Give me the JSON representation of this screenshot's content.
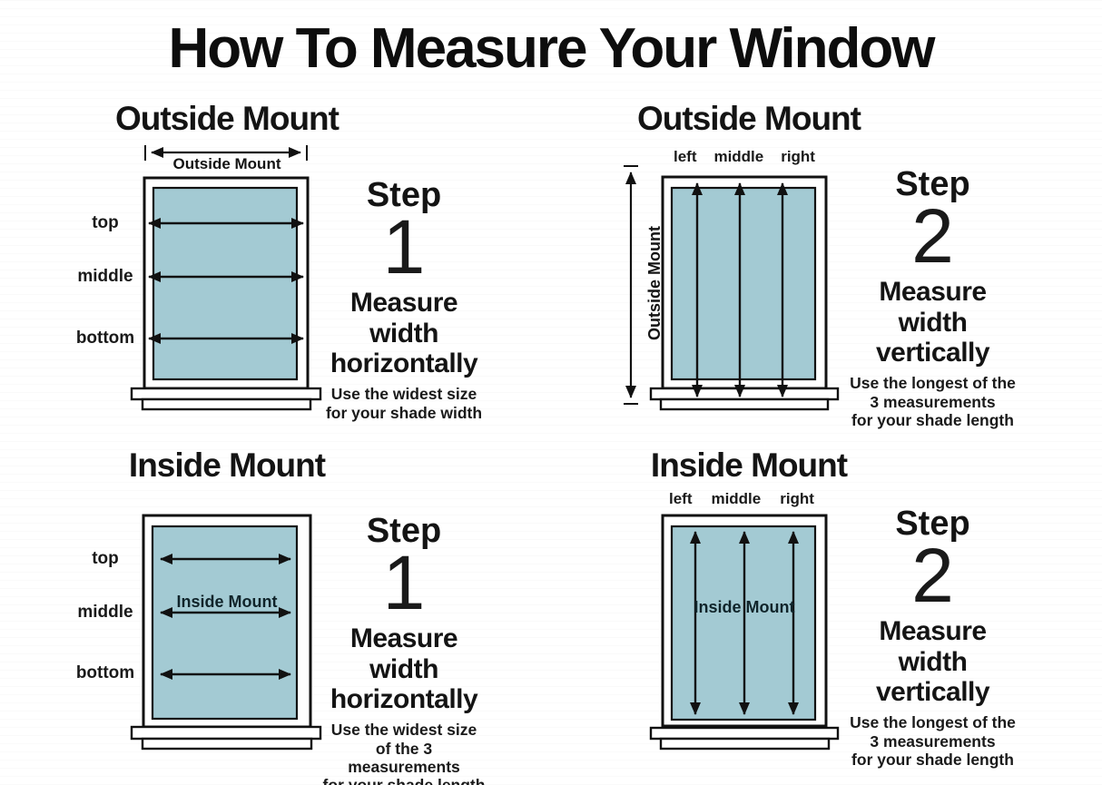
{
  "title": "How To Measure Your Window",
  "colors": {
    "pane": "#a3cad3",
    "ink": "#111111",
    "background": "#ffffff"
  },
  "quadrants": {
    "tl": {
      "heading": "Outside Mount",
      "measure_label": "Outside Mount",
      "row_labels": {
        "top": "top",
        "middle": "middle",
        "bottom": "bottom"
      },
      "step": {
        "word": "Step",
        "number": "1",
        "line1": "Measure width",
        "line2": "horizontally",
        "note1": "Use the widest size",
        "note2": "for your shade width"
      }
    },
    "tr": {
      "heading": "Outside Mount",
      "measure_label": "Outside Mount",
      "col_labels": {
        "left": "left",
        "middle": "middle",
        "right": "right"
      },
      "step": {
        "word": "Step",
        "number": "2",
        "line1": "Measure width",
        "line2": "vertically",
        "note1": "Use the longest of the",
        "note2": "3 measurements",
        "note3": "for your shade length"
      }
    },
    "bl": {
      "heading": "Inside Mount",
      "pane_label": "Inside Mount",
      "row_labels": {
        "top": "top",
        "middle": "middle",
        "bottom": "bottom"
      },
      "step": {
        "word": "Step",
        "number": "1",
        "line1": "Measure width",
        "line2": "horizontally",
        "note1": "Use the widest size",
        "note2": "of the 3 measurements",
        "note3": "for your shade length"
      }
    },
    "br": {
      "heading": "Inside Mount",
      "pane_label": "Inside Mount",
      "col_labels": {
        "left": "left",
        "middle": "middle",
        "right": "right"
      },
      "step": {
        "word": "Step",
        "number": "2",
        "line1": "Measure width",
        "line2": "vertically",
        "note1": "Use the longest of the",
        "note2": "3 measurements",
        "note3": "for your shade length"
      }
    }
  }
}
